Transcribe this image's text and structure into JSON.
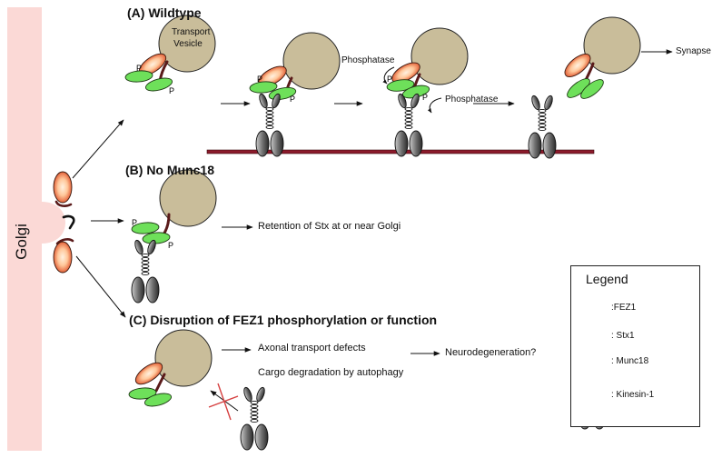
{
  "golgi": {
    "label": "Golgi"
  },
  "panels": {
    "a": {
      "title": "(A) Wildtype",
      "vesicle_label_line1": "Transport",
      "vesicle_label_line2": "Vesicle",
      "phosphatase_1": "Phosphatase",
      "phosphatase_2": "Phosphatase",
      "synapse": "Synapse",
      "p_marker": "P"
    },
    "b": {
      "title": "(B) No Munc18",
      "outcome": "Retention of Stx at or near Golgi"
    },
    "c": {
      "title": "(C) Disruption of FEZ1 phosphorylation or function",
      "outcome_1": "Axonal transport defects",
      "outcome_2": "Cargo degradation by autophagy",
      "result": "Neurodegeneration?"
    }
  },
  "legend": {
    "title": "Legend",
    "items": [
      {
        "label": ":FEZ1",
        "icon": "fez1-icon"
      },
      {
        "label": ": Stx1",
        "icon": "stx1-icon"
      },
      {
        "label": ": Munc18",
        "icon": "munc18-icon"
      },
      {
        "label": ": Kinesin-1",
        "icon": "kinesin1-icon"
      }
    ]
  },
  "colors": {
    "golgi": "#fbd9d6",
    "fez1": "#6ee05a",
    "vesicle": "#c9bd9a",
    "microtubule": "#8b1a2b",
    "stx1": "#5a1a1a",
    "munc18_center": "#ffe2c8",
    "munc18_edge": "#d8350e",
    "kinesin": "#444444",
    "inhibit": "#d64040"
  }
}
